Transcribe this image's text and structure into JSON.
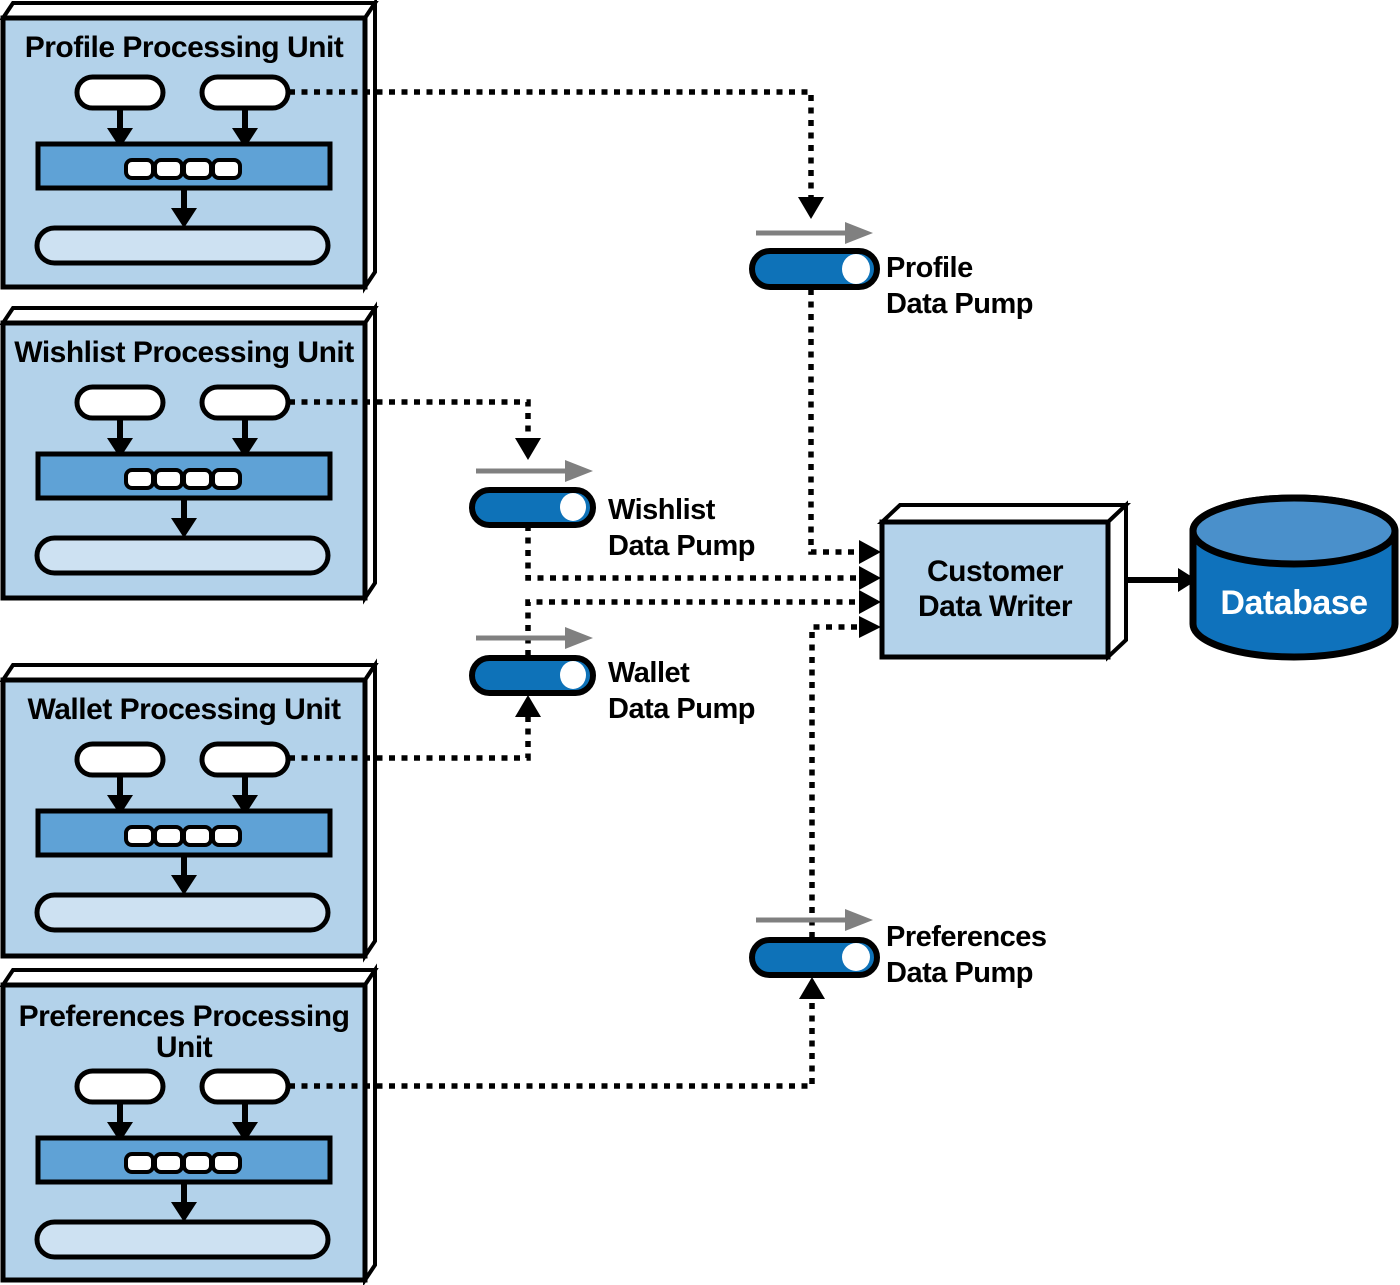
{
  "diagram": {
    "units": [
      {
        "title": "Profile Processing Unit"
      },
      {
        "title": "Wishlist Processing Unit"
      },
      {
        "title": "Wallet Processing Unit"
      },
      {
        "title": "Preferences Processing Unit"
      }
    ],
    "pumps": [
      {
        "line1": "Profile",
        "line2": "Data Pump"
      },
      {
        "line1": "Wishlist",
        "line2": "Data Pump"
      },
      {
        "line1": "Wallet",
        "line2": "Data Pump"
      },
      {
        "line1": "Preferences",
        "line2": "Data Pump"
      }
    ],
    "writer": {
      "line1": "Customer",
      "line2": "Data Writer"
    },
    "database": {
      "label": "Database"
    }
  },
  "colors": {
    "unit_face": "#b3d2ea",
    "unit_bar": "#5fa2d6",
    "unit_pill_bottom": "#cde1f2",
    "pump_blue": "#0e72b8",
    "db_body": "#0f72bc",
    "db_top": "#4a90cb",
    "arrow_gray": "#808080",
    "outline": "#000000"
  }
}
